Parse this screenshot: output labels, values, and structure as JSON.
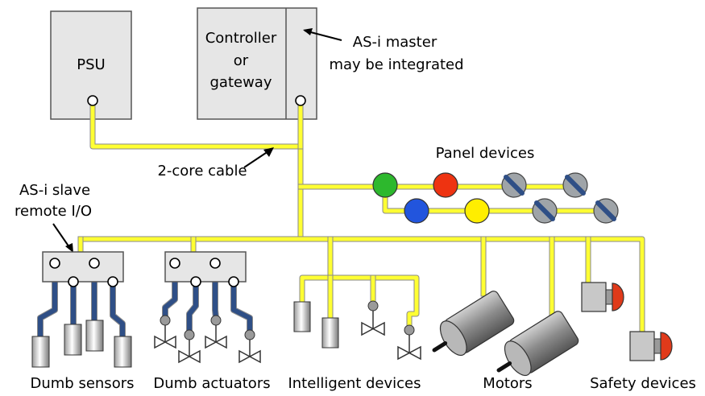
{
  "labels": {
    "psu": "PSU",
    "controller_line1": "Controller",
    "controller_line2": "or",
    "controller_line3": "gateway",
    "master_line1": "AS-i master",
    "master_line2": "may be integrated",
    "cable": "2-core cable",
    "panel": "Panel devices",
    "slave_line1": "AS-i slave",
    "slave_line2": "remote I/O",
    "dumb_sensors": "Dumb sensors",
    "dumb_actuators": "Dumb actuators",
    "intelligent": "Intelligent devices",
    "motors": "Motors",
    "safety": "Safety devices"
  },
  "colors": {
    "cable": "#ffff33",
    "wire": "#2f4f86",
    "box": "#e6e6e6",
    "panel_green": "#2db82d",
    "panel_red": "#ee3311",
    "panel_blue": "#2255dd",
    "panel_yellow": "#ffee00",
    "safety_red": "#e03a1a"
  },
  "icons": [
    "psu-box",
    "controller-box",
    "port-circle",
    "indicator-lamp",
    "selector-switch",
    "sensor-cylinder",
    "valve-actuator",
    "motor",
    "emergency-stop"
  ]
}
